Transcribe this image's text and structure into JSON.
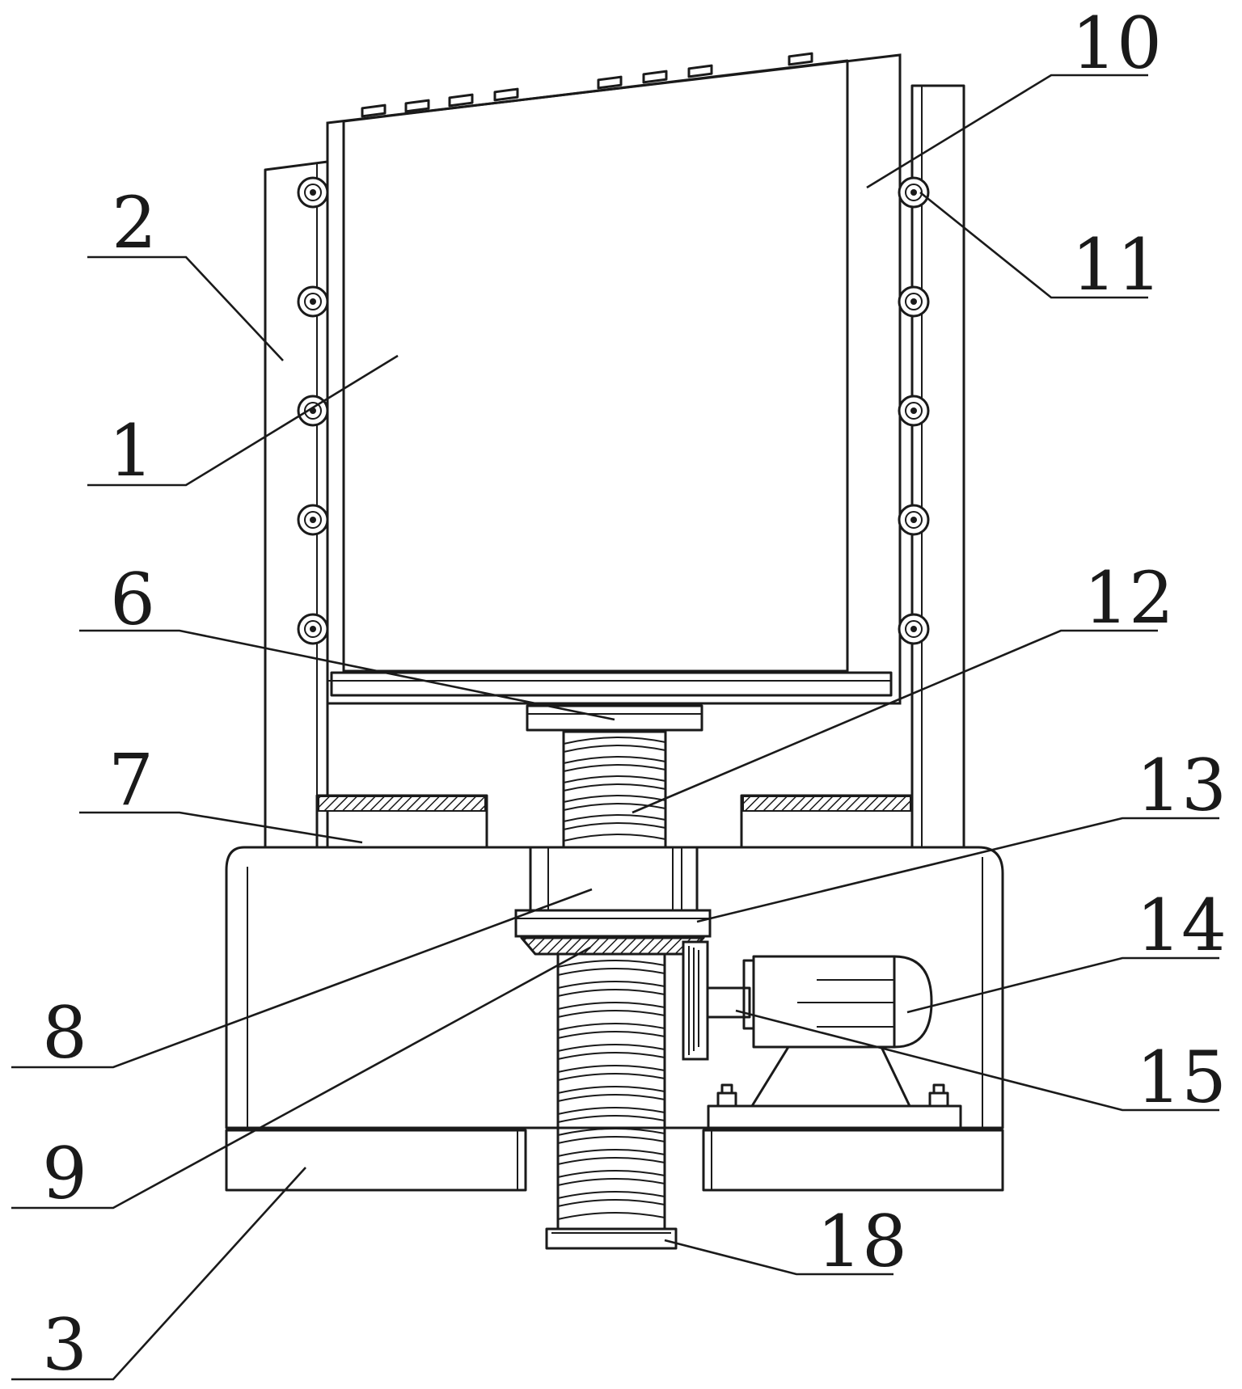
{
  "callouts": [
    {
      "id": "c1",
      "text": "1"
    },
    {
      "id": "c2",
      "text": "2"
    },
    {
      "id": "c3",
      "text": "3"
    },
    {
      "id": "c6",
      "text": "6"
    },
    {
      "id": "c7",
      "text": "7"
    },
    {
      "id": "c8",
      "text": "8"
    },
    {
      "id": "c9",
      "text": "9"
    },
    {
      "id": "c10",
      "text": "10"
    },
    {
      "id": "c11",
      "text": "11"
    },
    {
      "id": "c12",
      "text": "12"
    },
    {
      "id": "c13",
      "text": "13"
    },
    {
      "id": "c14",
      "text": "14"
    },
    {
      "id": "c15",
      "text": "15"
    },
    {
      "id": "c18",
      "text": "18"
    }
  ]
}
